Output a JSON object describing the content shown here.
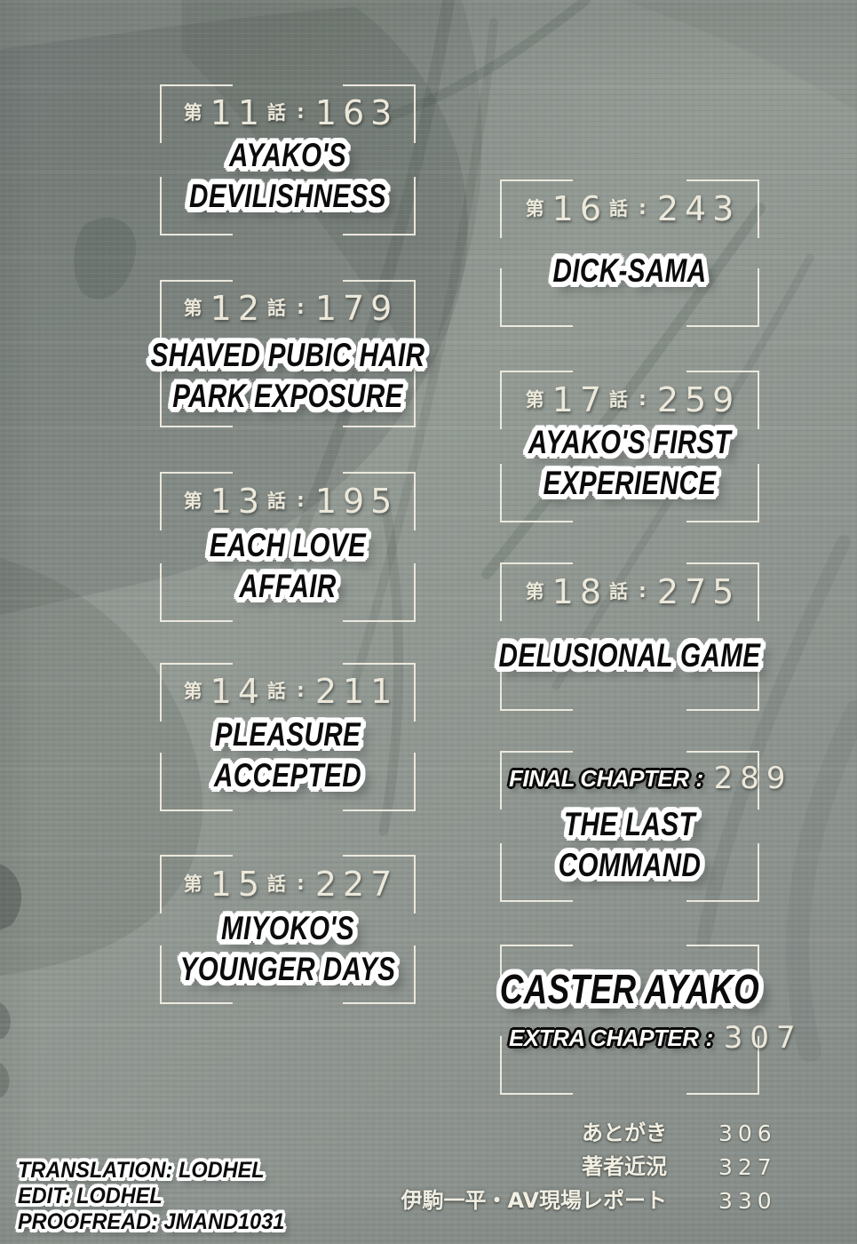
{
  "page": {
    "background_color": "#8e948f",
    "frame_line_color": "#eee9db",
    "chapter_number_color": "#ece8da",
    "title_fill_color": "#0b0b0b",
    "title_outline_color": "#ffffff"
  },
  "format": {
    "chapter_prefix": "第",
    "chapter_suffix": "話",
    "colon": ":"
  },
  "left_column": [
    {
      "number": "11",
      "page": "163",
      "title_lines": [
        "AYAKO'S",
        "DEVILISHNESS"
      ]
    },
    {
      "number": "12",
      "page": "179",
      "title_lines": [
        "SHAVED PUBIC HAIR",
        "PARK EXPOSURE"
      ]
    },
    {
      "number": "13",
      "page": "195",
      "title_lines": [
        "EACH LOVE",
        "AFFAIR"
      ]
    },
    {
      "number": "14",
      "page": "211",
      "title_lines": [
        "PLEASURE",
        "ACCEPTED"
      ]
    },
    {
      "number": "15",
      "page": "227",
      "title_lines": [
        "MIYOKO'S",
        "YOUNGER DAYS"
      ]
    }
  ],
  "right_column": [
    {
      "number": "16",
      "page": "243",
      "title_lines": [
        "DICK-SAMA"
      ]
    },
    {
      "number": "17",
      "page": "259",
      "title_lines": [
        "AYAKO'S FIRST",
        "EXPERIENCE"
      ]
    },
    {
      "number": "18",
      "page": "275",
      "title_lines": [
        "DELUSIONAL GAME"
      ]
    },
    {
      "label": "FINAL CHAPTER",
      "page": "289",
      "title_lines": [
        "THE LAST",
        "COMMAND"
      ]
    },
    {
      "label": "EXTRA CHAPTER",
      "page": "307",
      "title_lines": [
        "CASTER AYAKO"
      ]
    }
  ],
  "back_matter": [
    {
      "label": "あとがき",
      "page": "306"
    },
    {
      "label": "著者近況",
      "page": "327"
    },
    {
      "label": "伊駒一平・AV現場レポート",
      "page": "330"
    }
  ],
  "credits": [
    "TRANSLATION: LODHEL",
    "EDIT: LODHEL",
    "PROOFREAD: JMAND1031"
  ]
}
